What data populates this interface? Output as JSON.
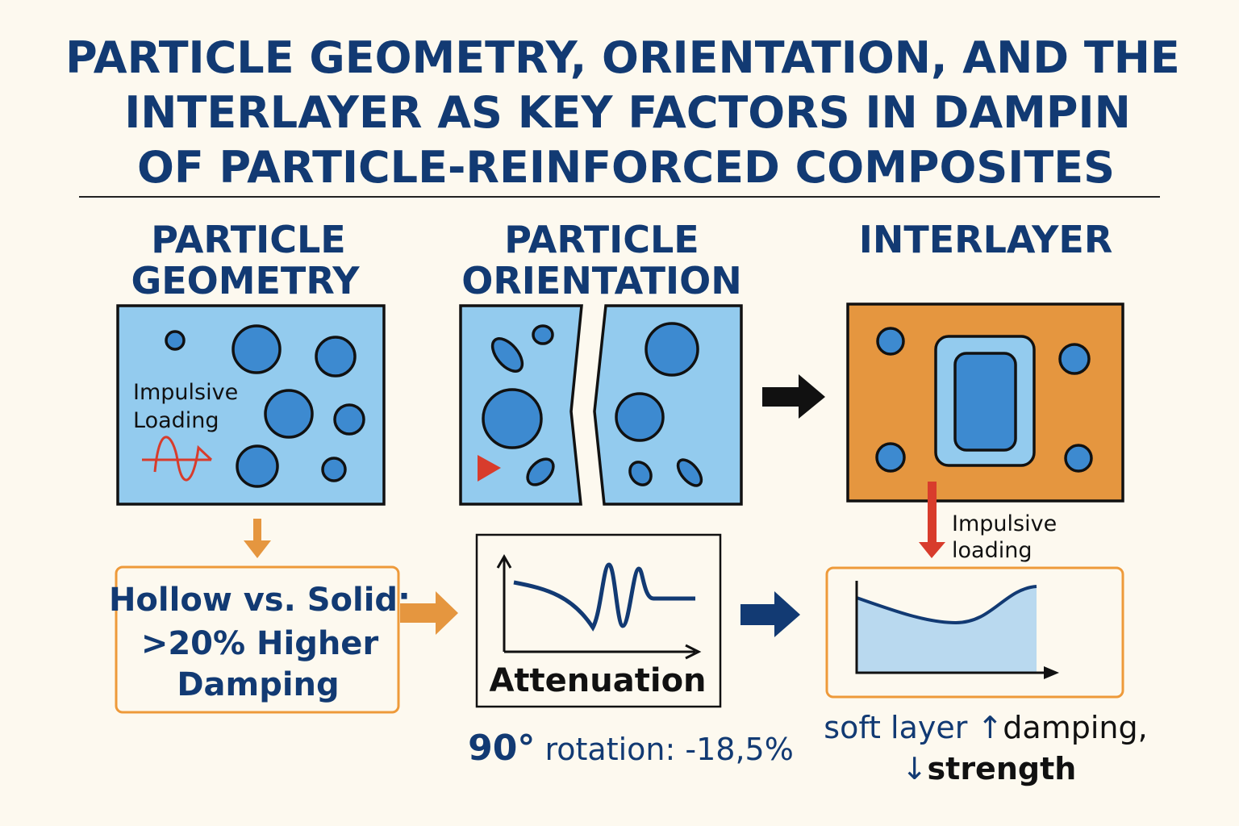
{
  "title": {
    "line1": "PARTICLE GEOMETRY, ORIENTATION, AND THE",
    "line2": "INTERLAYER AS KEY FACTORS IN DAMPIN",
    "line3": "OF PARTICLE-REINFORCED COMPOSITES"
  },
  "columns": {
    "geometry": {
      "line1": "PARTICLE",
      "line2": "GEOMETRY",
      "label_line1": "Impulsive",
      "label_line2": "Loading"
    },
    "orientation": {
      "line1": "PARTICLE",
      "line2": "ORIENTATION"
    },
    "interlayer": {
      "line1": "INTERLAYER",
      "label_line1": "Impulsive",
      "label_line2": "loading"
    }
  },
  "results": {
    "hollow_line1": "Hollow vs. Solid:",
    "hollow_line2": ">20% Higher",
    "hollow_line3": "Damping",
    "attenuation": "Attenuation",
    "rotation_value": "90°",
    "rotation_text": " rotation: -18,5%",
    "soft_part1": "soft layer ",
    "soft_up": "↑",
    "soft_part2": "damping,",
    "strength_down": "↓",
    "strength_text": "strength"
  },
  "colors": {
    "background": "#fdf9ef",
    "navy": "#123a73",
    "matrix_blue": "#93cbee",
    "particle_blue": "#3d8ad0",
    "orange": "#e5963f",
    "red": "#d83c2c"
  }
}
